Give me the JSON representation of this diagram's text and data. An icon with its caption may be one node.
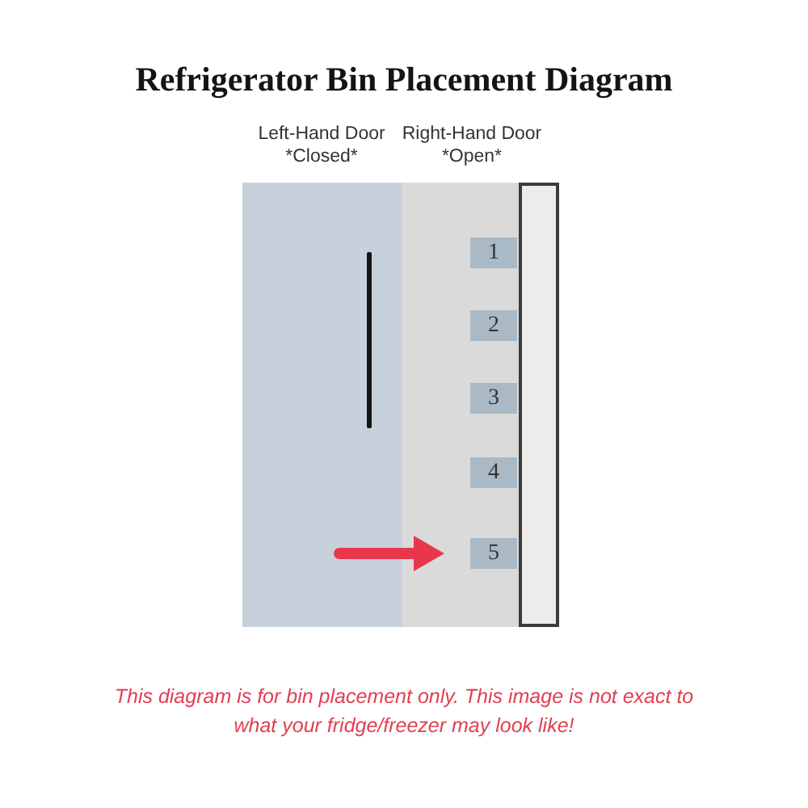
{
  "diagram": {
    "title": "Refrigerator Bin Placement Diagram",
    "caption": "This diagram is for bin placement only. This image is not exact to what your fridge/freezer may look like!",
    "nodes": [
      {
        "text": [
          "Left-Hand Door *Closed*"
        ]
      },
      {
        "text": [
          "Right-Hand Door *Open*"
        ]
      },
      {
        "text": [
          "1"
        ],
        "in": 1
      },
      {
        "text": [
          "2"
        ],
        "in": 1
      },
      {
        "text": [
          "3"
        ],
        "in": 1
      },
      {
        "text": [
          "4"
        ],
        "in": 1
      },
      {
        "text": [
          "5"
        ],
        "in": 1
      },
      {
        "text": [],
        "shape": "box"
      }
    ],
    "edges": [
      {
        "from": 0,
        "to": 6,
        "arrow": "to"
      }
    ]
  }
}
